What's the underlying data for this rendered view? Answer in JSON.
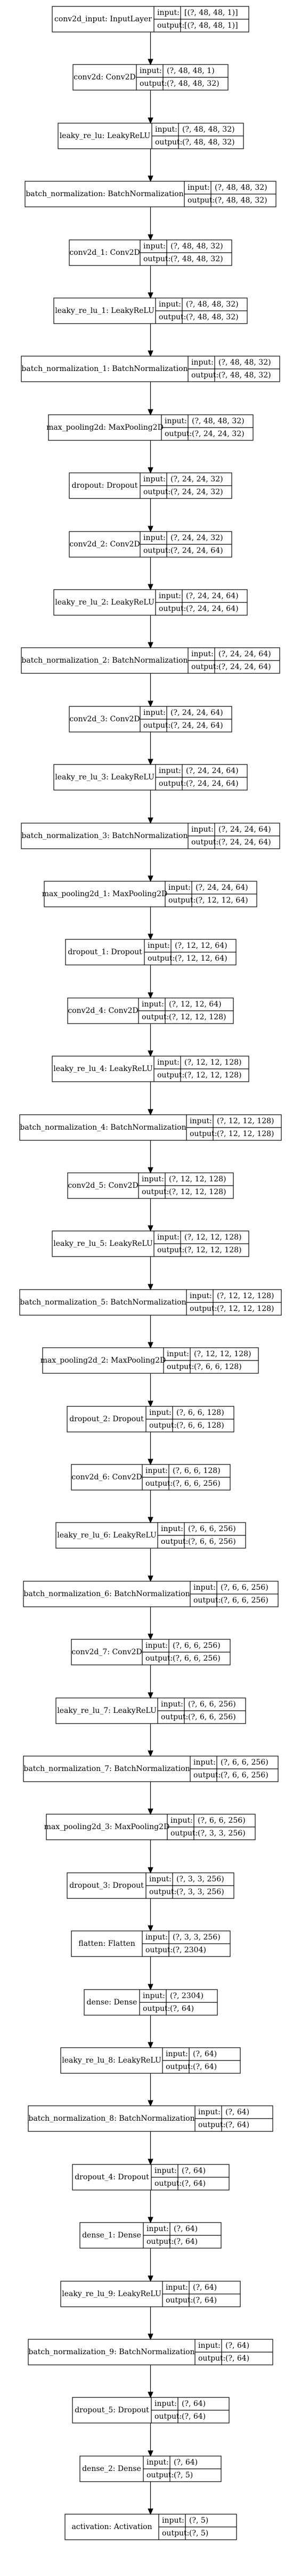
{
  "layers": [
    {
      "label": "conv2d_input: InputLayer",
      "input": "[(?, 48, 48, 1)]",
      "output": "[(?, 48, 48, 1)]"
    },
    {
      "label": "conv2d: Conv2D",
      "input": "(?, 48, 48, 1)",
      "output": "(?, 48, 48, 32)"
    },
    {
      "label": "leaky_re_lu: LeakyReLU",
      "input": "(?, 48, 48, 32)",
      "output": "(?, 48, 48, 32)"
    },
    {
      "label": "batch_normalization: BatchNormalization",
      "input": "(?, 48, 48, 32)",
      "output": "(?, 48, 48, 32)"
    },
    {
      "label": "conv2d_1: Conv2D",
      "input": "(?, 48, 48, 32)",
      "output": "(?, 48, 48, 32)"
    },
    {
      "label": "leaky_re_lu_1: LeakyReLU",
      "input": "(?, 48, 48, 32)",
      "output": "(?, 48, 48, 32)"
    },
    {
      "label": "batch_normalization_1: BatchNormalization",
      "input": "(?, 48, 48, 32)",
      "output": "(?, 48, 48, 32)"
    },
    {
      "label": "max_pooling2d: MaxPooling2D",
      "input": "(?, 48, 48, 32)",
      "output": "(?, 24, 24, 32)"
    },
    {
      "label": "dropout: Dropout",
      "input": "(?, 24, 24, 32)",
      "output": "(?, 24, 24, 32)"
    },
    {
      "label": "conv2d_2: Conv2D",
      "input": "(?, 24, 24, 32)",
      "output": "(?, 24, 24, 64)"
    },
    {
      "label": "leaky_re_lu_2: LeakyReLU",
      "input": "(?, 24, 24, 64)",
      "output": "(?, 24, 24, 64)"
    },
    {
      "label": "batch_normalization_2: BatchNormalization",
      "input": "(?, 24, 24, 64)",
      "output": "(?, 24, 24, 64)"
    },
    {
      "label": "conv2d_3: Conv2D",
      "input": "(?, 24, 24, 64)",
      "output": "(?, 24, 24, 64)"
    },
    {
      "label": "leaky_re_lu_3: LeakyReLU",
      "input": "(?, 24, 24, 64)",
      "output": "(?, 24, 24, 64)"
    },
    {
      "label": "batch_normalization_3: BatchNormalization",
      "input": "(?, 24, 24, 64)",
      "output": "(?, 24, 24, 64)"
    },
    {
      "label": "max_pooling2d_1: MaxPooling2D",
      "input": "(?, 24, 24, 64)",
      "output": "(?, 12, 12, 64)"
    },
    {
      "label": "dropout_1: Dropout",
      "input": "(?, 12, 12, 64)",
      "output": "(?, 12, 12, 64)"
    },
    {
      "label": "conv2d_4: Conv2D",
      "input": "(?, 12, 12, 64)",
      "output": "(?, 12, 12, 128)"
    },
    {
      "label": "leaky_re_lu_4: LeakyReLU",
      "input": "(?, 12, 12, 128)",
      "output": "(?, 12, 12, 128)"
    },
    {
      "label": "batch_normalization_4: BatchNormalization",
      "input": "(?, 12, 12, 128)",
      "output": "(?, 12, 12, 128)"
    },
    {
      "label": "conv2d_5: Conv2D",
      "input": "(?, 12, 12, 128)",
      "output": "(?, 12, 12, 128)"
    },
    {
      "label": "leaky_re_lu_5: LeakyReLU",
      "input": "(?, 12, 12, 128)",
      "output": "(?, 12, 12, 128)"
    },
    {
      "label": "batch_normalization_5: BatchNormalization",
      "input": "(?, 12, 12, 128)",
      "output": "(?, 12, 12, 128)"
    },
    {
      "label": "max_pooling2d_2: MaxPooling2D",
      "input": "(?, 12, 12, 128)",
      "output": "(?, 6, 6, 128)"
    },
    {
      "label": "dropout_2: Dropout",
      "input": "(?, 6, 6, 128)",
      "output": "(?, 6, 6, 128)"
    },
    {
      "label": "conv2d_6: Conv2D",
      "input": "(?, 6, 6, 128)",
      "output": "(?, 6, 6, 256)"
    },
    {
      "label": "leaky_re_lu_6: LeakyReLU",
      "input": "(?, 6, 6, 256)",
      "output": "(?, 6, 6, 256)"
    },
    {
      "label": "batch_normalization_6: BatchNormalization",
      "input": "(?, 6, 6, 256)",
      "output": "(?, 6, 6, 256)"
    },
    {
      "label": "conv2d_7: Conv2D",
      "input": "(?, 6, 6, 256)",
      "output": "(?, 6, 6, 256)"
    },
    {
      "label": "leaky_re_lu_7: LeakyReLU",
      "input": "(?, 6, 6, 256)",
      "output": "(?, 6, 6, 256)"
    },
    {
      "label": "batch_normalization_7: BatchNormalization",
      "input": "(?, 6, 6, 256)",
      "output": "(?, 6, 6, 256)"
    },
    {
      "label": "max_pooling2d_3: MaxPooling2D",
      "input": "(?, 6, 6, 256)",
      "output": "(?, 3, 3, 256)"
    },
    {
      "label": "dropout_3: Dropout",
      "input": "(?, 3, 3, 256)",
      "output": "(?, 3, 3, 256)"
    },
    {
      "label": "flatten: Flatten",
      "input": "(?, 3, 3, 256)",
      "output": "(?, 2304)"
    },
    {
      "label": "dense: Dense",
      "input": "(?, 2304)",
      "output": "(?, 64)"
    },
    {
      "label": "leaky_re_lu_8: LeakyReLU",
      "input": "(?, 64)",
      "output": "(?, 64)"
    },
    {
      "label": "batch_normalization_8: BatchNormalization",
      "input": "(?, 64)",
      "output": "(?, 64)"
    },
    {
      "label": "dropout_4: Dropout",
      "input": "(?, 64)",
      "output": "(?, 64)"
    },
    {
      "label": "dense_1: Dense",
      "input": "(?, 64)",
      "output": "(?, 64)"
    },
    {
      "label": "leaky_re_lu_9: LeakyReLU",
      "input": "(?, 64)",
      "output": "(?, 64)"
    },
    {
      "label": "batch_normalization_9: BatchNormalization",
      "input": "(?, 64)",
      "output": "(?, 64)"
    },
    {
      "label": "dropout_5: Dropout",
      "input": "(?, 64)",
      "output": "(?, 64)"
    },
    {
      "label": "dense_2: Dense",
      "input": "(?, 64)",
      "output": "(?, 5)"
    },
    {
      "label": "activation: Activation",
      "input": "(?, 5)",
      "output": "(?, 5)"
    }
  ],
  "port_labels": {
    "input": "input:",
    "output": "output:"
  }
}
